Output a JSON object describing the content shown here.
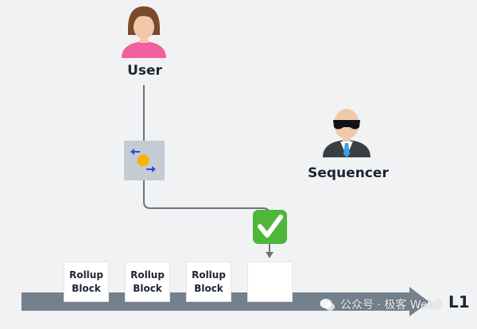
{
  "user": {
    "label": "User"
  },
  "sequencer": {
    "label": "Sequencer"
  },
  "blocks": [
    {
      "line1": "Rollup",
      "line2": "Block"
    },
    {
      "line1": "Rollup",
      "line2": "Block"
    },
    {
      "line1": "Rollup",
      "line2": "Block"
    }
  ],
  "chain": {
    "label": "L1"
  },
  "watermark": {
    "text": "公众号 · 极客 Web3"
  },
  "colors": {
    "line": "#6c737d",
    "timeline": "#74808c",
    "check_bg": "#4fb63a",
    "tx_card": "#c5cbd3",
    "coin": "#f5b400",
    "arrow_blue": "#2f4bd8",
    "user_shirt": "#f0609c",
    "hair": "#7a4a2c",
    "skin": "#f2c9a8",
    "suit": "#3a3d42",
    "tie": "#3aa0e8"
  }
}
